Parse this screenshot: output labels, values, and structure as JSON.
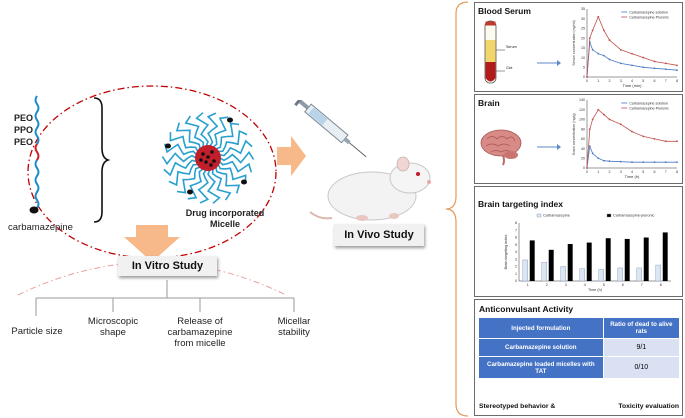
{
  "left": {
    "polymer_labels": [
      "PEO",
      "PPO",
      "PEO"
    ],
    "drug_label": "carbamazepine",
    "micelle_label": [
      "Drug incorporated",
      "Micelle"
    ],
    "in_vitro_title": "In Vitro Study",
    "in_vitro_items": [
      {
        "lines": [
          "Particle size"
        ]
      },
      {
        "lines": [
          "Microscopic",
          "shape"
        ]
      },
      {
        "lines": [
          "Release of",
          "carbamazepine",
          "from micelle"
        ]
      },
      {
        "lines": [
          "Micellar",
          "stability"
        ]
      }
    ]
  },
  "center": {
    "in_vivo_title": "In Vivo Study"
  },
  "blood_serum": {
    "title": "Blood Serum",
    "tube_labels": [
      "Serum",
      "Clot"
    ],
    "chart_data": {
      "type": "line",
      "x": [
        0,
        0.25,
        0.5,
        1,
        1.5,
        2,
        3,
        4,
        5,
        6,
        7,
        8
      ],
      "series": [
        {
          "name": "Carbamazepine solution",
          "color": "#4a7bc4",
          "values": [
            0,
            18,
            14,
            12,
            11,
            9,
            7,
            6,
            5,
            4.5,
            4,
            3.5
          ]
        },
        {
          "name": "Carbamazepine-Pluronic",
          "color": "#c0504d",
          "values": [
            0,
            20,
            24,
            31,
            24,
            19,
            14,
            12,
            10,
            8,
            7,
            6
          ]
        }
      ],
      "xlabel": "Time (min)",
      "ylabel": "Serum concentration (ng/ml)",
      "xticks": [
        0,
        1,
        2,
        3,
        4,
        5,
        6,
        7,
        8
      ],
      "yticks": [
        0,
        5,
        10,
        15,
        20,
        25,
        30,
        35
      ],
      "xlim": [
        0,
        8
      ],
      "ylim": [
        0,
        35
      ],
      "legend": "top-right"
    }
  },
  "brain": {
    "title": "Brain",
    "chart_data": {
      "type": "line",
      "x": [
        0,
        0.25,
        0.5,
        1,
        1.5,
        2,
        3,
        4,
        5,
        6,
        7,
        8
      ],
      "series": [
        {
          "name": "Carbamazepine solution",
          "color": "#4a7bc4",
          "values": [
            0,
            45,
            30,
            20,
            15,
            14,
            13,
            12,
            12,
            12,
            12,
            12
          ]
        },
        {
          "name": "Carbamazepine-Pluronic",
          "color": "#c0504d",
          "values": [
            0,
            80,
            100,
            120,
            110,
            100,
            90,
            75,
            65,
            60,
            55,
            55
          ]
        }
      ],
      "xlabel": "Time (h)",
      "ylabel": "Brain concentration (ng/g)",
      "xticks": [
        0,
        1,
        2,
        3,
        4,
        5,
        6,
        7,
        8
      ],
      "yticks": [
        0,
        20,
        40,
        60,
        80,
        100,
        120,
        140
      ],
      "xlim": [
        0,
        8
      ],
      "ylim": [
        0,
        140
      ],
      "legend": "top-right"
    }
  },
  "brain_targeting": {
    "title": "Brain targeting index",
    "chart_data": {
      "type": "bar",
      "categories": [
        "1",
        "2",
        "3",
        "4",
        "5",
        "6",
        "7",
        "8"
      ],
      "series": [
        {
          "name": "Carbamazepine",
          "color": "#dce6f2",
          "values": [
            2.9,
            2.6,
            2.0,
            1.7,
            1.6,
            1.8,
            1.8,
            2.2
          ]
        },
        {
          "name": "Carbamazepine-pluronic",
          "color": "#000000",
          "values": [
            5.6,
            4.3,
            5.1,
            5.3,
            5.9,
            5.8,
            6.0,
            6.7
          ]
        }
      ],
      "xlabel": "Time (h)",
      "ylabel": "Brain targeting index",
      "yticks": [
        0,
        1,
        2,
        3,
        4,
        5,
        6,
        7,
        8
      ],
      "ylim": [
        0,
        8
      ],
      "legend": "top"
    }
  },
  "anticonvulsant": {
    "title": "Anticonvulsant Activity",
    "headers": [
      "Injected formulation",
      "Ratio of dead to alive rats"
    ],
    "rows": [
      {
        "formulation": "Carbamazepine solution",
        "ratio": "9/1"
      },
      {
        "formulation": "Carbamazepine loaded micelles with TAT",
        "ratio": "0/10"
      }
    ],
    "footer_left": "Stereotyped behavior  &",
    "footer_right": "Toxicity evaluation"
  }
}
